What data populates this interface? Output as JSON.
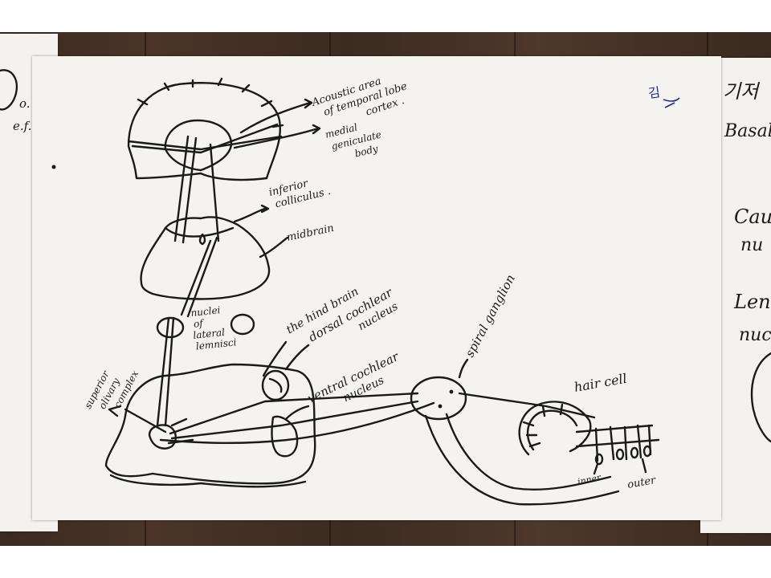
{
  "colors": {
    "paper": "#f3f2ee",
    "ink": "#1a1a1a",
    "blue_ink": "#1f2c8a",
    "wood": "#3e2d22"
  },
  "labels": {
    "acoustic_area": [
      "Acoustic area",
      "of temporal lobe",
      "cortex ."
    ],
    "medial_geniculate": [
      "medial",
      "geniculate",
      "body"
    ],
    "inferior_colliculus": [
      "inferior",
      "colliculus ."
    ],
    "midbrain": "midbrain",
    "nuclei_lateral_lemnisci": [
      "nuclei",
      "of",
      "lateral",
      "lemnisci"
    ],
    "hind_brain": "the hind brain",
    "dorsal_cochlear": [
      "dorsal cochlear",
      "nucleus"
    ],
    "ventral_cochlear": [
      "ventral cochlear",
      "nucleus"
    ],
    "spiral_ganglion": "spiral ganglion",
    "superior_olivary": [
      "superior",
      "olivary",
      "complex"
    ],
    "hair_cell": "hair cell",
    "inner": "inner",
    "outer": "outer",
    "initials": "김"
  },
  "left_sheet": {
    "text": [
      "o.",
      "e.f."
    ]
  },
  "right_sheet": {
    "text": [
      "기저",
      "Basal",
      "Cau",
      "nu",
      "Len",
      "nuc"
    ]
  }
}
